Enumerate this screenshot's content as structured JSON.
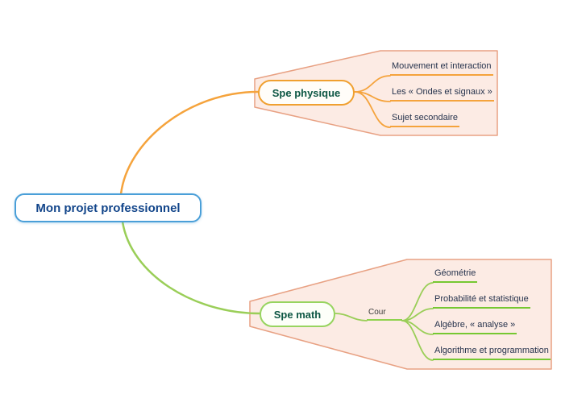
{
  "root": {
    "label": "Mon projet professionnel"
  },
  "branches": [
    {
      "id": "physique",
      "label": "Spe physique",
      "children": [
        {
          "label": "Mouvement et interaction"
        },
        {
          "label": "Les « Ondes et signaux »"
        },
        {
          "label": "Sujet secondaire"
        }
      ]
    },
    {
      "id": "math",
      "label": "Spe math",
      "children": [
        {
          "label": "Cour",
          "children": [
            {
              "label": "Géométrie"
            },
            {
              "label": "Probabilité  et statistique"
            },
            {
              "label": "Algèbre, « analyse »"
            },
            {
              "label": "Algorithme et programmation"
            }
          ]
        }
      ]
    }
  ],
  "colors": {
    "root_border": "#4a9fd8",
    "root_text": "#12458a",
    "physique_connector": "#f5a33c",
    "physique_pill_border": "#f0a030",
    "math_connector": "#9ace58",
    "math_underline": "#76c832",
    "topic_text": "#0e5744",
    "boundary_fill": "#fcebe4",
    "boundary_border": "#e8a183"
  }
}
